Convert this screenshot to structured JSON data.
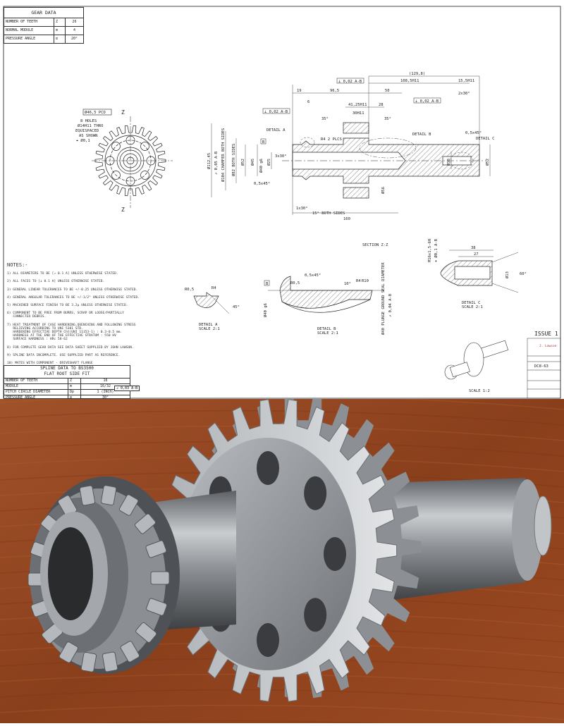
{
  "gear_data": {
    "title": "GEAR DATA",
    "rows": [
      {
        "label": "NUMBER OF TEETH",
        "symbol": "Z",
        "value": "26"
      },
      {
        "label": "NORMAL MODULE",
        "symbol": "m",
        "value": "4"
      },
      {
        "label": "PRESSURE ANGLE",
        "symbol": "α",
        "value": "20°"
      }
    ]
  },
  "front_view": {
    "pcd": "Ø46,5 PCD",
    "holes_1": "8 HOLES",
    "holes_2": "Ø14H11 THRO",
    "holes_3": "EQUISPACED",
    "holes_4": "AS SHOWN",
    "holes_tol": "⌖ Ø0,1",
    "section_mark": "Z"
  },
  "section_view": {
    "dims": {
      "overall": "(129,8)",
      "d108": "108,5H11",
      "d15": "15,5H11",
      "d19": "19",
      "d96": "96,5",
      "d50": "50",
      "d6": "6",
      "d41": "41,25H11",
      "d28": "28",
      "d30": "30H11",
      "ang35a": "35°",
      "ang35b": "35°",
      "cham2x30": "2x30°",
      "cham05a": "0,5x45°",
      "cham05b": "0,5x45°",
      "r4": "R4 2 PLCS",
      "dia112": "Ø112,45",
      "dia104": "Ø104 CHAMFER BOTH SIDES",
      "dia82": "Ø82 BOTH SIDES",
      "dia52l": "Ø52",
      "dia45": "Ø45",
      "dia40": "Ø40 g6",
      "dia25": "Ø25",
      "cham3x30": "3x30°",
      "cham1x30": "1x30°",
      "ang15": "15° BOTH SIDES",
      "len160": "160",
      "dia38": "Ø38",
      "dia52r": "Ø52",
      "dia56": "Ø56"
    },
    "tol_frames": [
      "⊥ 0,02 A-B",
      "⊥ 0,02 A-B",
      "⊥ 0,02 A-B",
      "↗ 0,05 A-B"
    ],
    "datum_b": "B",
    "callouts": {
      "detail_a": "DETAIL A",
      "detail_b": "DETAIL B",
      "detail_c": "DETAIL C"
    },
    "title": "SECTION Z-Z"
  },
  "detail_a": {
    "title": "DETAIL A",
    "scale": "SCALE 2:1",
    "r05": "R0,5",
    "r4": "R4",
    "ang": "45°"
  },
  "detail_b": {
    "title": "DETAIL B",
    "scale": "SCALE 2:1",
    "cham": "0,5x45°",
    "r05": "R0,5",
    "ang": "10°",
    "r4": "R4",
    "r10": "R10",
    "dia40": "Ø40 g6",
    "seal": "Ø40 PLUNGE GROUND SEAL DIAMETER",
    "tol": "↗ 0,04 A-B",
    "datum": "B"
  },
  "detail_c": {
    "title": "DETAIL C",
    "scale": "SCALE 2:1",
    "d38": "38",
    "d27": "27",
    "dia13": "Ø13",
    "ang": "60°",
    "thread": "M16x1,5-6H",
    "tol": "⌖ Ø0,1 A-B"
  },
  "notes": {
    "title": "NOTES:-",
    "items": [
      "1) ALL DIAMETERS TO BE [↗ 0.1 A] UNLESS OTHERWISE STATED.",
      "2) ALL FACES TO [⊥ 0.1 A] UNLESS OTHERWISE STATED.",
      "3) GENERAL LINEAR TOLERANCES TO BE +/-0.25 UNLESS OTHERWISE STATED.",
      "4) GENERAL ANGULAR TOLERANCES TO BE +/-1/2° UNLESS OTHERWISE STATED.",
      "5) MACHINED SURFACE FINISH TO BE 3.2μ UNLESS OTHERWISE STATED.",
      "6) COMPONENT TO BE FREE FROM BURRS, SCRAP OR LOOSE/PARTIALLY\n   CONNECTED DEBRIS.",
      "7) HEAT TREATMENT OF CASE HARDENING,QUENCHING AND FOLLOWING STRESS\n   RELIEVING ACCORDING TO UNI 5381 STD.\n   HARDENING EFFECTIVE DEPTH Cht(UNI 11153-1) : 0.3-0.5 mm.\n   HARDNESS AT THE END OF THE EFFECTIVE STRATUM : 550 HV\n   SURFACE HARDNESS : HRc 58-62",
      "8) FOR COMPLETE GEAR DATA SEE DATA SHEET SUPPLIED BY JOHN LAWSON.",
      "9) SPLINE DATA INCOMPLETE. USE SUPPLIED PART AS REFERENCE.",
      "10) MATES WITH COMPONENT - DRIVESHAFT FLANGE"
    ]
  },
  "spline_data": {
    "title_1": "SPLINE DATA TO BS3500",
    "title_2": "FLAT ROOT SIDE FIT",
    "rows": [
      {
        "label": "NUMBER OF TEETH",
        "symbol": "Z",
        "value": "16"
      },
      {
        "label": "MODULE",
        "symbol": "m",
        "value": "16/32"
      },
      {
        "label": "PITCH CIRCLE DIAMETER",
        "symbol": "Dp",
        "value": "1 (INCH)"
      },
      {
        "label": "PRESSURE ANGLE",
        "symbol": "α",
        "value": "30°"
      }
    ],
    "tol": "↗ 0,03 A-B"
  },
  "iso_view": {
    "scale": "SCALE 1:2"
  },
  "title_block": {
    "issue": "ISSUE 1",
    "logo": "J. Lawson",
    "drawing_no": "DC8-63"
  },
  "colors": {
    "wood": "#8a3f1c",
    "steel": "#9a9ea2",
    "line": "#222222"
  }
}
